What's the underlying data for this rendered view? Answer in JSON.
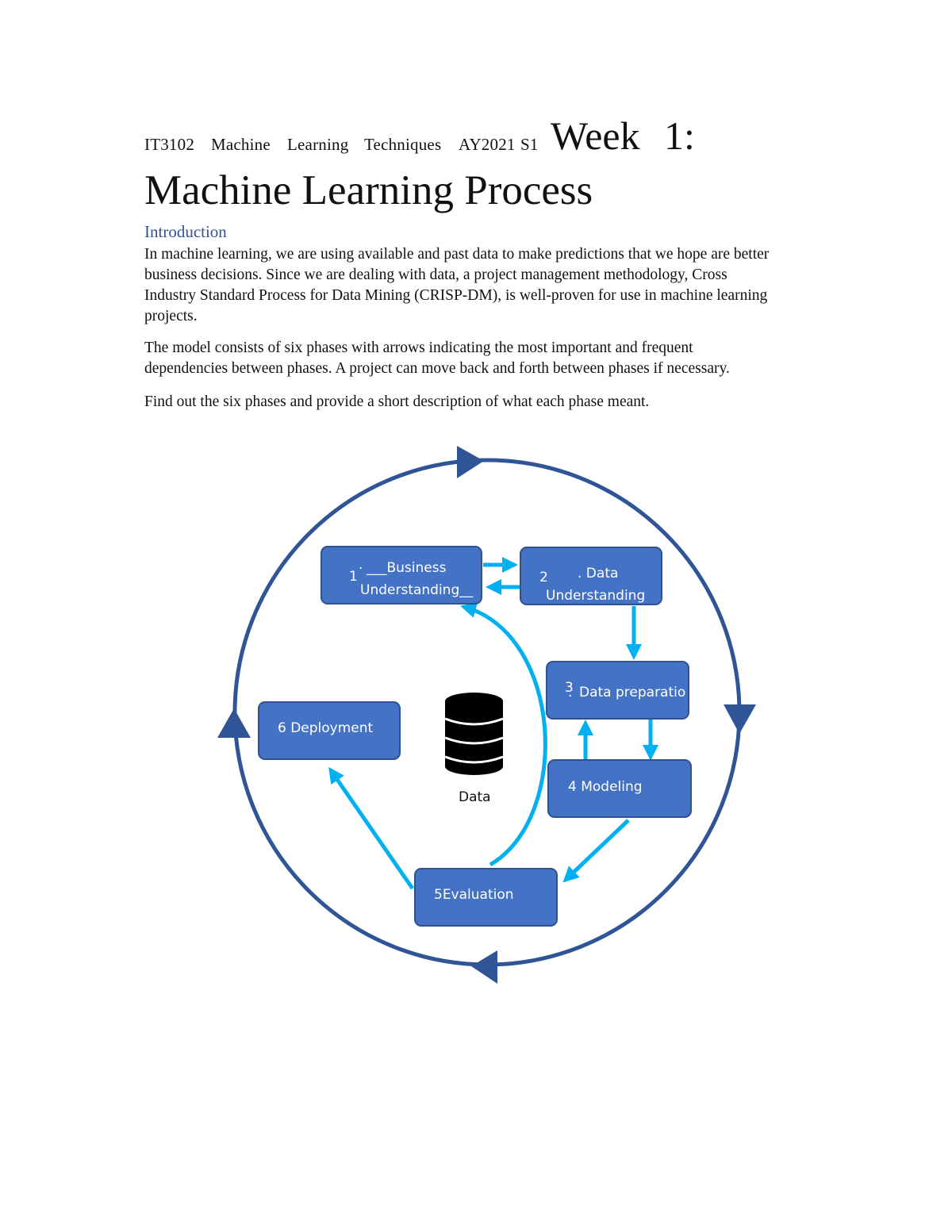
{
  "header": {
    "course_words": [
      "IT3102",
      "Machine",
      "Learning",
      "Techniques",
      "AY2021",
      "S1"
    ],
    "week_words": [
      "Week",
      "1:"
    ]
  },
  "title": "Machine Learning Process",
  "section_heading": "Introduction",
  "paragraphs": [
    "In machine learning, we are using available and past data to make predictions that we hope are better business decisions. Since we are dealing with data, a project management methodology, Cross Industry Standard Process for Data Mining (CRISP-DM), is well-proven for use in machine learning projects.",
    "The model consists of six phases with arrows indicating the most important and frequent dependencies between phases. A project can move back and forth between phases if necessary.",
    "Find out the six phases and provide a short description of what each phase meant."
  ],
  "diagram": {
    "colors": {
      "box_fill": "#4472c4",
      "box_stroke": "#2f528f",
      "cycle": "#2f5597",
      "flow_arrow": "#00b0f0",
      "database": "#000000"
    },
    "phases": {
      "business": {
        "num": "1",
        "dot": "·",
        "line1": "___Business",
        "line2": "Understanding__"
      },
      "data_understanding": {
        "num": "2",
        "line1": ". Data",
        "line2": "Understanding"
      },
      "data_preparation": {
        "num": "3",
        "dot": ".",
        "label": "Data preparatio"
      },
      "modeling": {
        "label": "4  Modeling"
      },
      "evaluation": {
        "label": "5Evaluation"
      },
      "deployment": {
        "label": "6  Deployment"
      }
    },
    "center_icon": "database-icon",
    "center_label": "Data"
  }
}
